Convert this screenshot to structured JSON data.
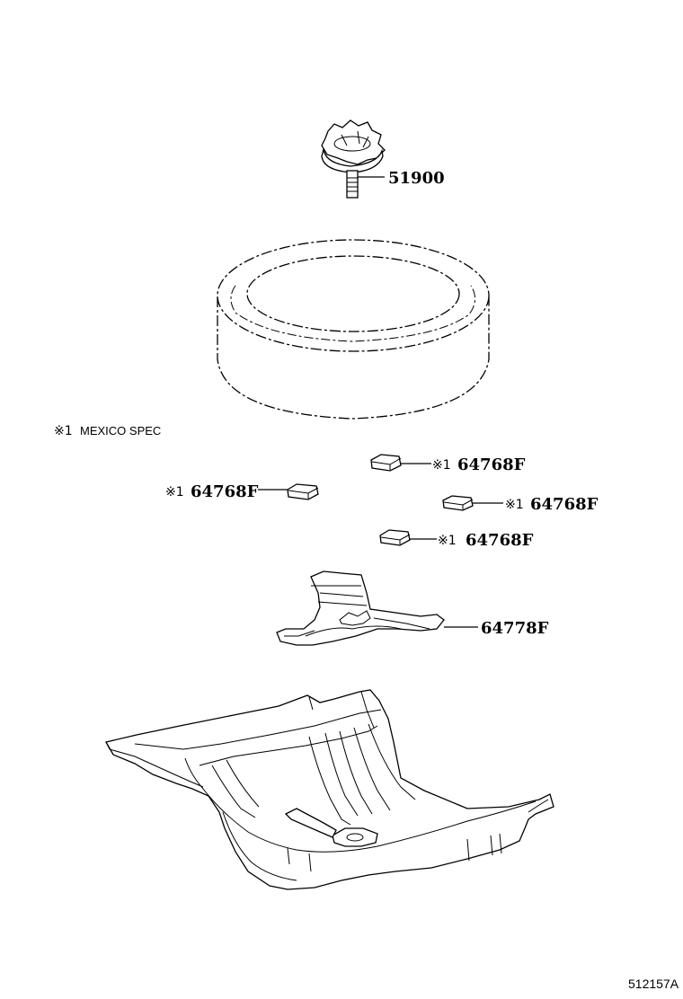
{
  "footnote": {
    "mark": "※1",
    "text": "MEXICO SPEC"
  },
  "callouts": {
    "hold_down_bolt": {
      "part_number": "51900"
    },
    "pad_a": {
      "mark": "※1",
      "part_number": "64768F"
    },
    "pad_b": {
      "mark": "※1",
      "part_number": "64768F"
    },
    "pad_c": {
      "mark": "※1",
      "part_number": "64768F"
    },
    "pad_d": {
      "mark": "※1",
      "part_number": "64768F"
    },
    "spare_wheel_stopper": {
      "part_number": "64778F"
    }
  },
  "illustration_code": "512157A"
}
